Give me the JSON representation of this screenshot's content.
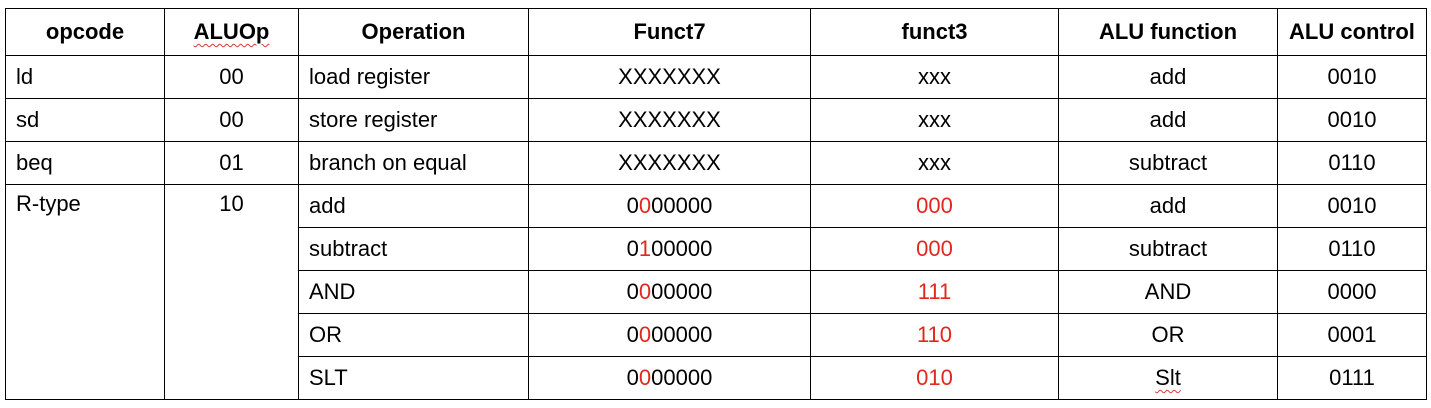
{
  "colors": {
    "highlight": "#e0281e",
    "text": "#000000",
    "border": "#000000",
    "spellcheck_underline": "#d43b2f"
  },
  "table": {
    "headers": [
      "opcode",
      "ALUOp",
      "Operation",
      "Funct7",
      "funct3",
      "ALU function",
      "ALU control"
    ],
    "rows": [
      {
        "opcode": "ld",
        "aluop": "00",
        "operation": "load register",
        "funct7": "XXXXXXX",
        "funct3": "xxx",
        "alu_function": "add",
        "alu_control": "0010"
      },
      {
        "opcode": "sd",
        "aluop": "00",
        "operation": "store register",
        "funct7": "XXXXXXX",
        "funct3": "xxx",
        "alu_function": "add",
        "alu_control": "0010"
      },
      {
        "opcode": "beq",
        "aluop": "01",
        "operation": "branch on equal",
        "funct7": "XXXXXXX",
        "funct3": "xxx",
        "alu_function": "subtract",
        "alu_control": "0110"
      }
    ],
    "rtype": {
      "opcode": "R-type",
      "aluop": "10",
      "rows": [
        {
          "operation": "add",
          "funct7_head": "0",
          "funct7_bit": "0",
          "funct7_tail": "00000",
          "funct3": "000",
          "alu_function": "add",
          "alu_control": "0010"
        },
        {
          "operation": "subtract",
          "funct7_head": "0",
          "funct7_bit": "1",
          "funct7_tail": "00000",
          "funct3": "000",
          "alu_function": "subtract",
          "alu_control": "0110"
        },
        {
          "operation": "AND",
          "funct7_head": "0",
          "funct7_bit": "0",
          "funct7_tail": "00000",
          "funct3": "111",
          "alu_function": "AND",
          "alu_control": "0000"
        },
        {
          "operation": "OR",
          "funct7_head": "0",
          "funct7_bit": "0",
          "funct7_tail": "00000",
          "funct3": "110",
          "alu_function": "OR",
          "alu_control": "0001"
        },
        {
          "operation": "SLT",
          "funct7_head": "0",
          "funct7_bit": "0",
          "funct7_tail": "00000",
          "funct3": "010",
          "alu_function": "Slt",
          "alu_control": "0111"
        }
      ]
    }
  }
}
